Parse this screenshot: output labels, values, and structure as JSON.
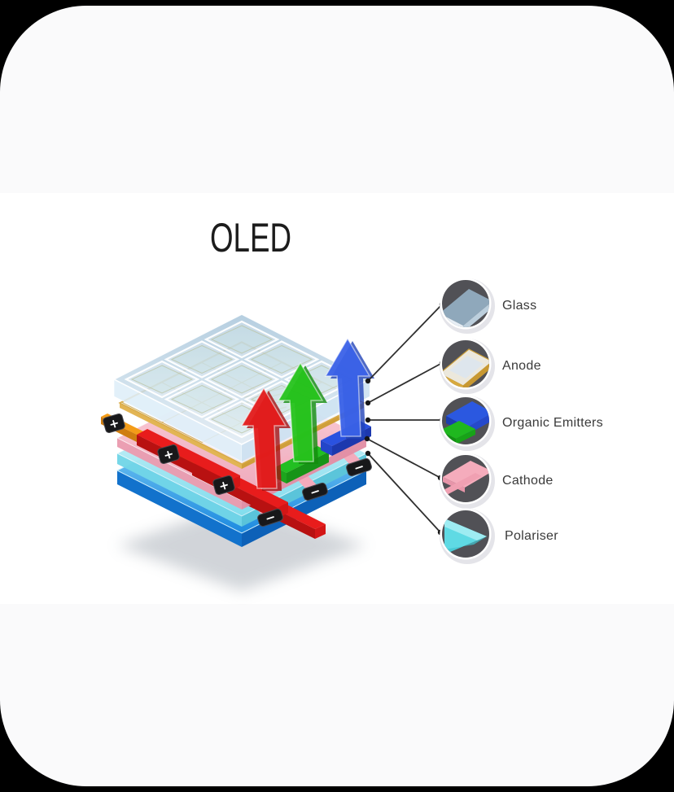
{
  "title": "OLED",
  "legend": {
    "items": [
      {
        "id": "glass",
        "label": "Glass"
      },
      {
        "id": "anode",
        "label": "Anode"
      },
      {
        "id": "organic-emitters",
        "label": "Organic Emitters"
      },
      {
        "id": "cathode",
        "label": "Cathode"
      },
      {
        "id": "polariser",
        "label": "Polariser"
      }
    ]
  },
  "stack": {
    "layers_top_to_bottom": [
      "Glass",
      "Anode",
      "Organic Emitters",
      "Cathode",
      "Polariser"
    ],
    "electrode_symbols": {
      "positive": "+",
      "negative": "−"
    },
    "emitter_arrow_colors": {
      "red": "#e41c1c",
      "green": "#27c41d",
      "blue": "#3a62e8"
    }
  },
  "colors": {
    "background_outer": "#000000",
    "background_canvas": "#ffffff",
    "glass_layer": "#bcd6e8",
    "anode_edge_gold": "#d8a83e",
    "cathode_pink": "#f4aebd",
    "polariser_cyan": "#7edced",
    "base_blue": "#1e8be0",
    "legend_circle": "#515156",
    "text": "#3a3a3a"
  }
}
